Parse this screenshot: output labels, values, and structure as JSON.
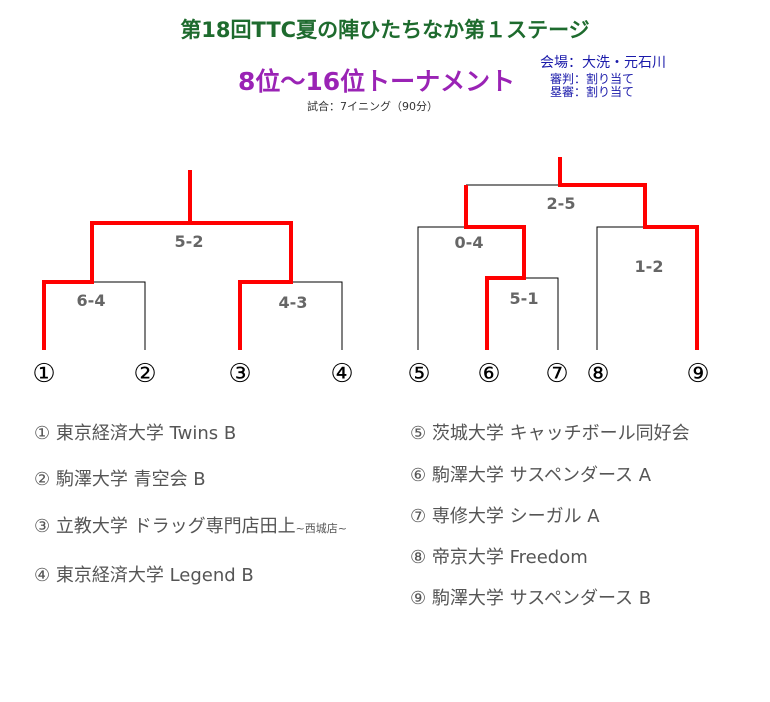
{
  "header": {
    "title": "第18回TTC夏の陣ひたちなか第１ステージ",
    "subtitle": "8位～16位トーナメント",
    "match_info": "試合：7イニング（90分）",
    "venue": "会場：大洗・元石川",
    "umpire": "審判：割り当て",
    "scorer": "塁審：割り当て"
  },
  "bracket": {
    "seeds": [
      "①",
      "②",
      "③",
      "④",
      "⑤",
      "⑥",
      "⑦",
      "⑧",
      "⑨"
    ],
    "scores": {
      "m1": "6-4",
      "m2": "4-3",
      "m3": "5-2",
      "m4": "5-1",
      "m5": "0-4",
      "m6": "1-2",
      "m7": "2-5"
    },
    "winner_color": "#ff0000",
    "line_color": "#000000"
  },
  "teams_left": [
    {
      "name": "① 東京経済大学 Twins B"
    },
    {
      "name": "② 駒澤大学 青空会 B"
    },
    {
      "name": "③ 立教大学 ドラッグ専門店田上",
      "note": "~西城店~"
    },
    {
      "name": "④ 東京経済大学 Legend B"
    }
  ],
  "teams_right": [
    {
      "name": "⑤ 茨城大学 キャッチボール同好会"
    },
    {
      "name": "⑥ 駒澤大学 サスペンダース A"
    },
    {
      "name": "⑦ 専修大学 シーガル A"
    },
    {
      "name": "⑧ 帝京大学 Freedom"
    },
    {
      "name": "⑨ 駒澤大学 サスペンダース B"
    }
  ]
}
